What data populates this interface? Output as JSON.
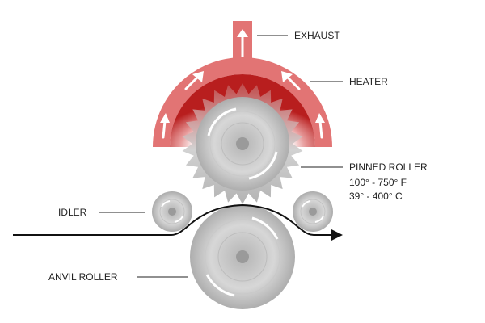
{
  "labels": {
    "exhaust": "EXHAUST",
    "heater": "HEATER",
    "pinned_roller": "PINNED ROLLER",
    "temp_f": "100° - 750° F",
    "temp_c": "39° - 400° C",
    "idler": "IDLER",
    "anvil_roller": "ANVIL ROLLER"
  },
  "colors": {
    "heater": "#e06b6b",
    "heater_dark": "#b81e1e",
    "roller_light": "#e4e4e4",
    "roller_dark": "#a6a6a6",
    "web": "#111111",
    "leader": "#222222"
  }
}
